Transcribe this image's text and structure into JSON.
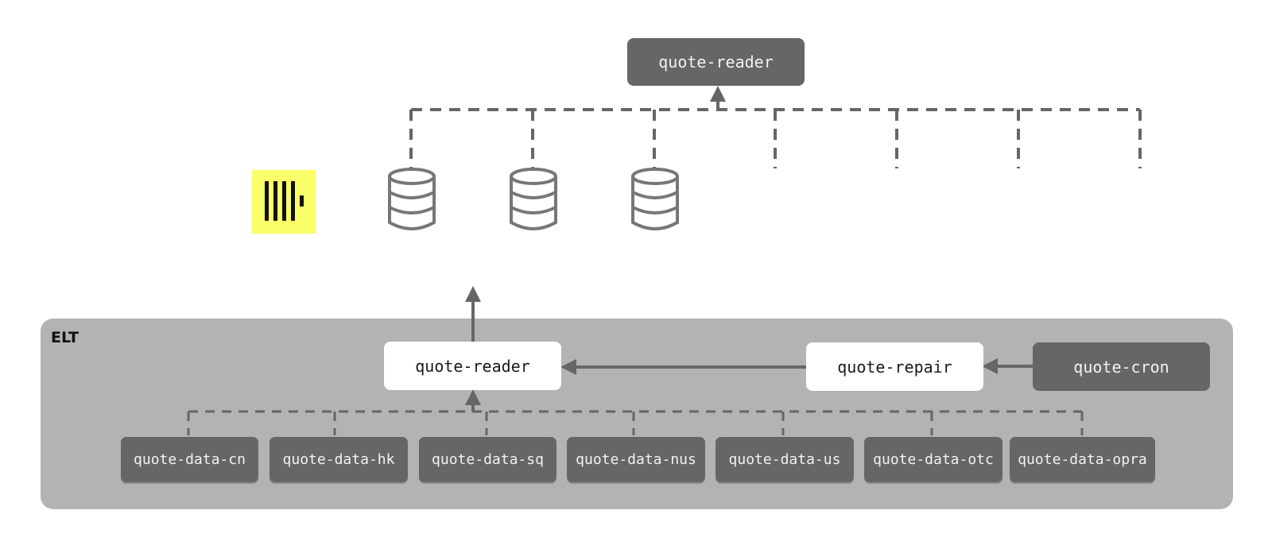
{
  "diagram": {
    "top_node": {
      "label": "quote-reader",
      "style": "dark"
    },
    "storage": {
      "logo_icon": "clickhouse-logo-icon",
      "logo_color": "#faff69",
      "databases": [
        {
          "icon": "database-icon"
        },
        {
          "icon": "database-icon"
        },
        {
          "icon": "database-icon"
        }
      ],
      "extra_connectors": 4
    },
    "elt": {
      "label": "ELT",
      "panel_color": "#b3b3b3",
      "reader": {
        "label": "quote-reader",
        "style": "light"
      },
      "repair": {
        "label": "quote-repair",
        "style": "light"
      },
      "cron": {
        "label": "quote-cron",
        "style": "dark"
      },
      "sources": [
        {
          "label": "quote-data-cn"
        },
        {
          "label": "quote-data-hk"
        },
        {
          "label": "quote-data-sq"
        },
        {
          "label": "quote-data-nus"
        },
        {
          "label": "quote-data-us"
        },
        {
          "label": "quote-data-otc"
        },
        {
          "label": "quote-data-opra"
        }
      ]
    },
    "colors": {
      "dark_node": "#666666",
      "light_node": "#ffffff",
      "connector": "#666666",
      "icon_stroke": "#777777"
    }
  }
}
